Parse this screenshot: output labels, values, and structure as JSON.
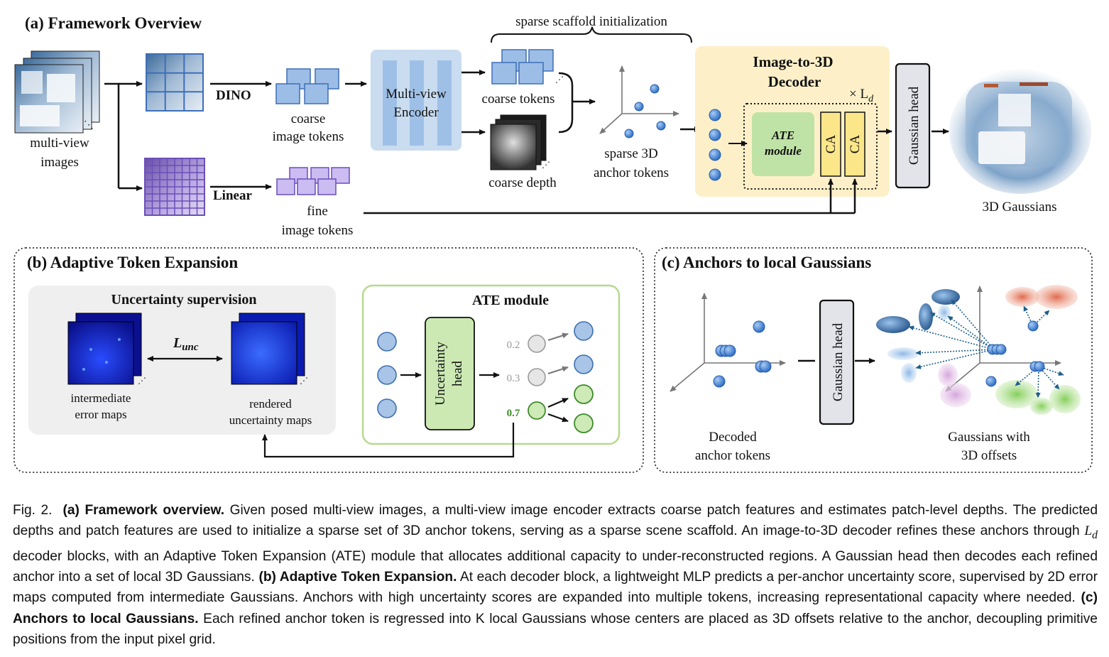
{
  "panel_a": {
    "title": "(a) Framework Overview",
    "multi_view_images": [
      "multi-view",
      "images"
    ],
    "dino": "DINO",
    "linear": "Linear",
    "coarse_image_tokens": [
      "coarse",
      "image tokens"
    ],
    "fine_image_tokens": [
      "fine",
      "image tokens"
    ],
    "encoder": [
      "Multi-view",
      "Encoder"
    ],
    "sparse_scaffold": "sparse scaffold initialization",
    "coarse_tokens": "coarse tokens",
    "coarse_depth": "coarse depth",
    "sparse_anchor": [
      "sparse 3D",
      "anchor tokens"
    ],
    "decoder_title": [
      "Image-to-3D",
      "Decoder"
    ],
    "times_ld": "× L",
    "ld_sub": "d",
    "ate_module": [
      "ATE",
      "module"
    ],
    "ca": "CA",
    "gaussian_head": "Gaussian head",
    "output": "3D Gaussians"
  },
  "panel_b": {
    "title": "(b) Adaptive Token Expansion",
    "unc_supervision": "Uncertainty supervision",
    "l_unc": "L",
    "l_unc_sub": "unc",
    "inter_error": [
      "intermediate",
      "error maps"
    ],
    "rendered_unc": [
      "rendered",
      "uncertainty maps"
    ],
    "ate_title": "ATE module",
    "unc_head": [
      "Uncertainty",
      "head"
    ],
    "scores": [
      "0.2",
      "0.3",
      "0.7"
    ]
  },
  "panel_c": {
    "title": "(c) Anchors to local Gaussians",
    "gaussian_head": "Gaussian head",
    "decoded": [
      "Decoded",
      "anchor tokens"
    ],
    "offsets": [
      "Gaussians with",
      "3D offsets"
    ]
  },
  "caption": {
    "fig": "Fig. 2.",
    "a_head": "(a) Framework overview.",
    "a_text1": "Given posed multi-view images, a multi-view image encoder extracts coarse patch features and estimates patch-level depths. The predicted depths and patch features are used to initialize a sparse set of 3D anchor tokens, serving as a sparse scene scaffold. An image-to-3D decoder refines these anchors through",
    "a_ld": "L",
    "a_ld_sub": "d",
    "a_text2": "decoder blocks, with an Adaptive Token Expansion (ATE) module that allocates additional capacity to under-reconstructed regions. A Gaussian head then decodes each refined anchor into a set of local 3D Gaussians.",
    "b_head": "(b) Adaptive Token Expansion.",
    "b_text": "At each decoder block, a lightweight MLP predicts a per-anchor uncertainty score, supervised by 2D error maps computed from intermediate Gaussians. Anchors with high uncertainty scores are expanded into multiple tokens, increasing representational capacity where needed.",
    "c_head": "(c) Anchors to local Gaussians.",
    "c_text": "Each refined anchor token is regressed into K local Gaussians whose centers are placed as 3D offsets relative to the anchor, decoupling primitive positions from the input pixel grid."
  },
  "colors": {
    "token_blue": "#8fb2e0",
    "token_purple": "#c8b6ee",
    "encoder": "#c5d9ee",
    "decoder_bg": "#fdf0c8",
    "ate_green": "#bfe3a6",
    "ca_yellow": "#fbe68a",
    "head_gray": "#e2e4ea",
    "uncertain_green": "#3f8a2a"
  }
}
